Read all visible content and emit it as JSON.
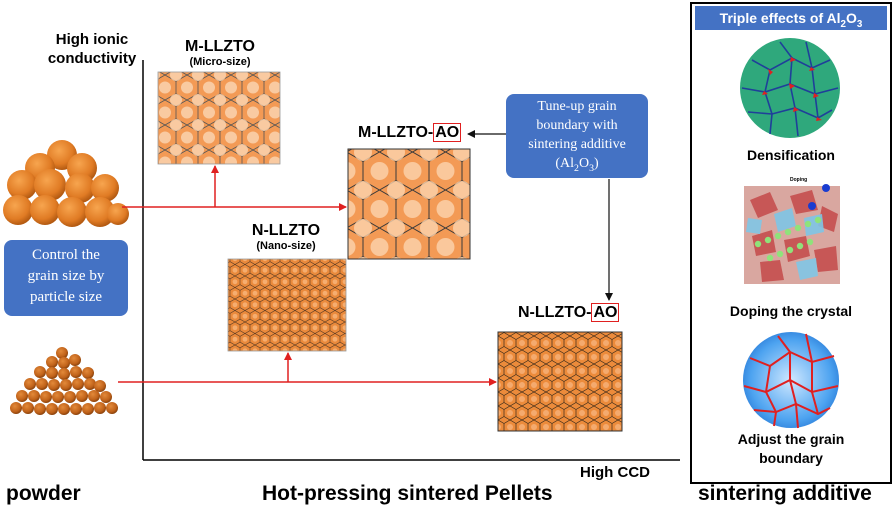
{
  "axes": {
    "y_label_line1": "High ionic",
    "y_label_line2": "conductivity",
    "x_label": "High CCD"
  },
  "samples": {
    "m_llzto": {
      "name": "M-LLZTO",
      "sub": "(Micro-size)"
    },
    "n_llzto": {
      "name": "N-LLZTO",
      "sub": "(Nano-size)"
    },
    "m_llzto_ao": {
      "prefix": "M-LLZTO-",
      "suffix": "AO"
    },
    "n_llzto_ao": {
      "prefix": "N-LLZTO-",
      "suffix": "AO"
    }
  },
  "callouts": {
    "grain_size": {
      "line1": "Control the",
      "line2": "grain size by",
      "line3": "particle size"
    },
    "tune_up": {
      "line1": "Tune-up grain",
      "line2": "boundary with",
      "line3": "sintering additive",
      "formula": "(Al2O3)"
    }
  },
  "panel": {
    "title": "Triple effects of Al2O3",
    "items": [
      "Densification",
      "Doping the crystal",
      "Adjust the grain",
      "boundary"
    ],
    "doping_tag": "Doping"
  },
  "bottom_labels": {
    "powder": "powder",
    "pellets": "Hot-pressing sintered Pellets",
    "additive": "sintering additive"
  },
  "colors": {
    "arrow_red": "#e02020",
    "callout_blue": "#4472C4",
    "particle_orange": "#e07b24",
    "grain_teal": "#3cb98a",
    "grain_blue": "#3a8ee8"
  }
}
